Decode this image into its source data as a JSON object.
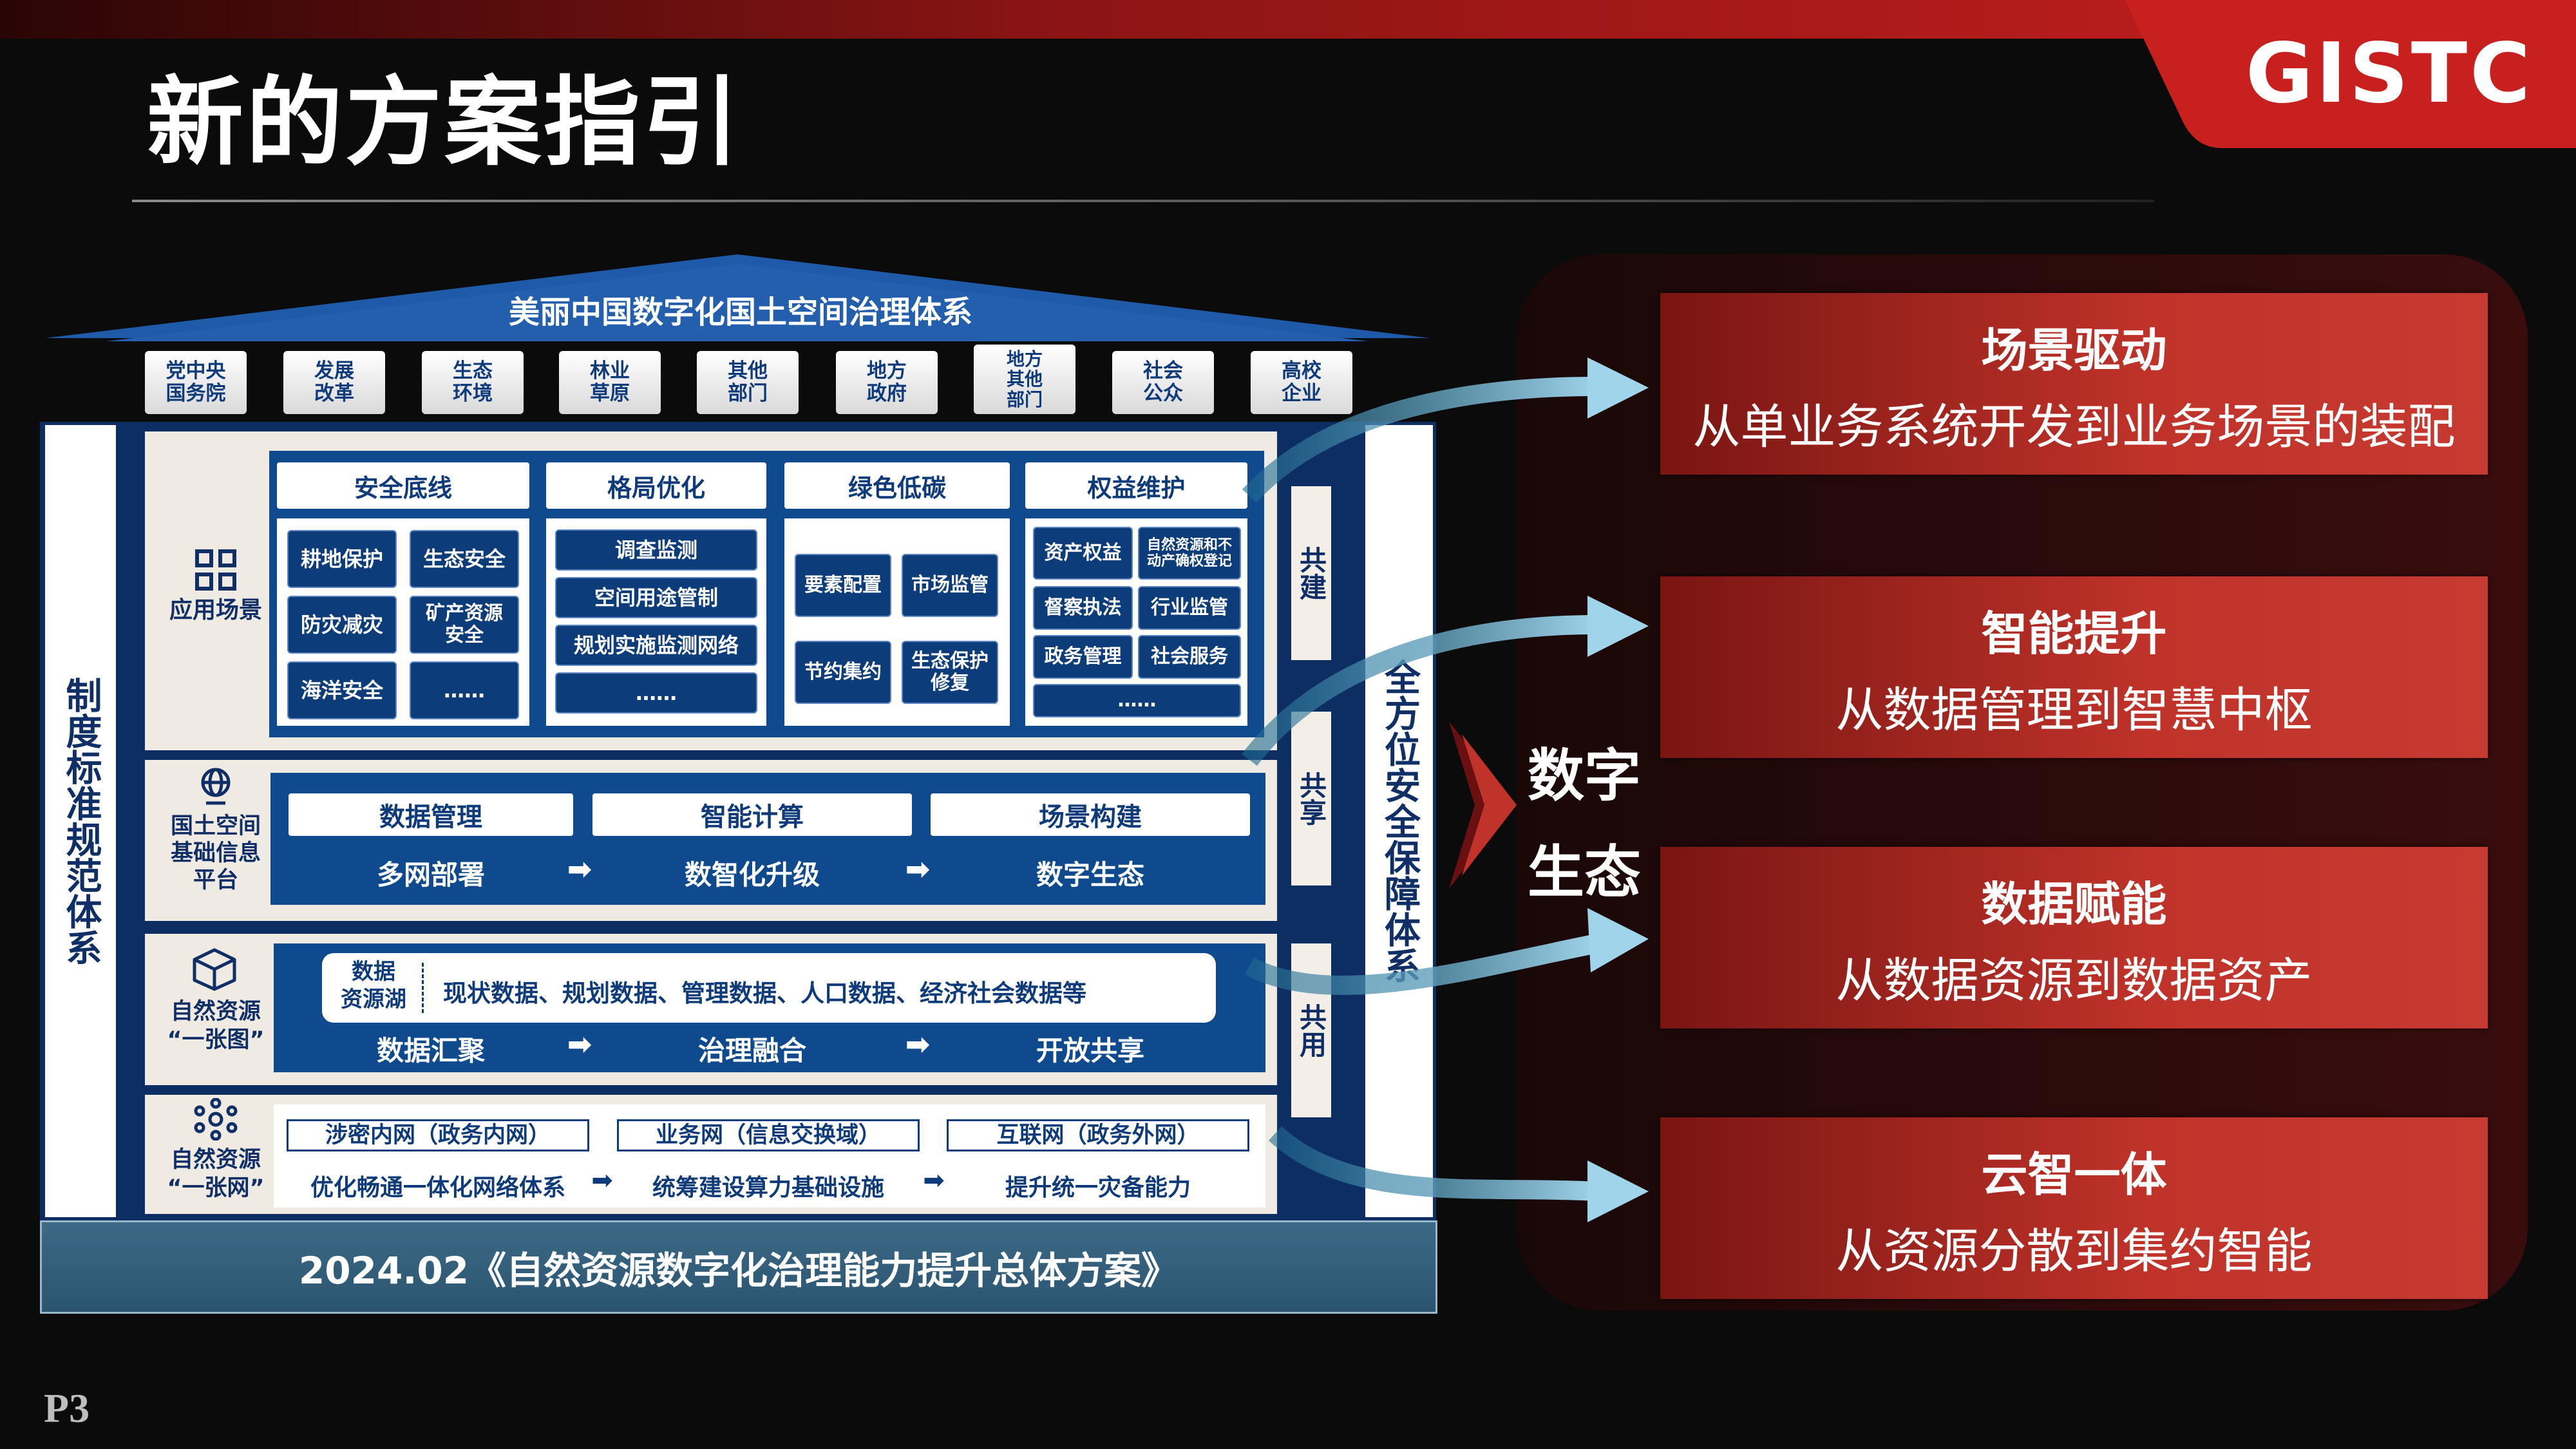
{
  "header": {
    "title": "新的方案指引",
    "logo": "GISTC"
  },
  "roof": {
    "title": "美丽中国数字化国土空间治理体系"
  },
  "departments": [
    "党中央\n国务院",
    "发展\n改革",
    "生态\n环境",
    "林业\n草原",
    "其他\n部门",
    "地方\n政府",
    "地方\n其他\n部门",
    "社会\n公众",
    "高校\n企业"
  ],
  "left_side": "制度标准规范体系",
  "right_side": "全方位安全保障体系",
  "shared_labels": [
    "共建",
    "共享",
    "共用"
  ],
  "layer1": {
    "label": "应用场景",
    "icon": "grid-icon",
    "groups": [
      {
        "title": "安全底线",
        "items": [
          "耕地保护",
          "生态安全",
          "防灾减灾",
          "矿产资源\n安全",
          "海洋安全",
          "……"
        ]
      },
      {
        "title": "格局优化",
        "items": [
          "调查监测",
          "空间用途管制",
          "规划实施监测网络",
          "……"
        ]
      },
      {
        "title": "绿色低碳",
        "items": [
          "要素配置",
          "市场监管",
          "节约集约",
          "生态保护\n修复"
        ]
      },
      {
        "title": "权益维护",
        "items": [
          "资产权益",
          "自然资源和不\n动产确权登记",
          "督察执法",
          "行业监管",
          "政务管理",
          "社会服务",
          "……"
        ]
      }
    ]
  },
  "layer2": {
    "label": "国土空间\n基础信息\n平台",
    "icon": "globe-icon",
    "heads": [
      "数据管理",
      "智能计算",
      "场景构建"
    ],
    "flow": [
      "多网部署",
      "数智化升级",
      "数字生态"
    ]
  },
  "layer3": {
    "label": "自然资源\n“一张图”",
    "icon": "cube-icon",
    "lake": "数据\n资源湖",
    "lake_text": "现状数据、规划数据、管理数据、人口数据、经济社会数据等",
    "flow": [
      "数据汇聚",
      "治理融合",
      "开放共享"
    ]
  },
  "layer4": {
    "label": "自然资源\n“一张网”",
    "icon": "network-icon",
    "nets": [
      "涉密内网（政务内网）",
      "业务网（信息交换域）",
      "互联网（政务外网）"
    ],
    "flow": [
      "优化畅通一体化网络体系",
      "统筹建设算力基础设施",
      "提升统一灾备能力"
    ]
  },
  "bottom_banner": "2024.02《自然资源数字化治理能力提升总体方案》",
  "ecosystem": "数字\n生态",
  "cards": [
    {
      "title": "场景驱动",
      "subtitle": "从单业务系统开发到业务场景的装配"
    },
    {
      "title": "智能提升",
      "subtitle": "从数据管理到智慧中枢"
    },
    {
      "title": "数据赋能",
      "subtitle": "从数据资源到数据资产"
    },
    {
      "title": "云智一体",
      "subtitle": "从资源分散到集约智能"
    }
  ],
  "page_number": "P3",
  "colors": {
    "accent_red": "#c0332a",
    "navy": "#0f2f66",
    "panel_blue": "#0f4a8f"
  }
}
